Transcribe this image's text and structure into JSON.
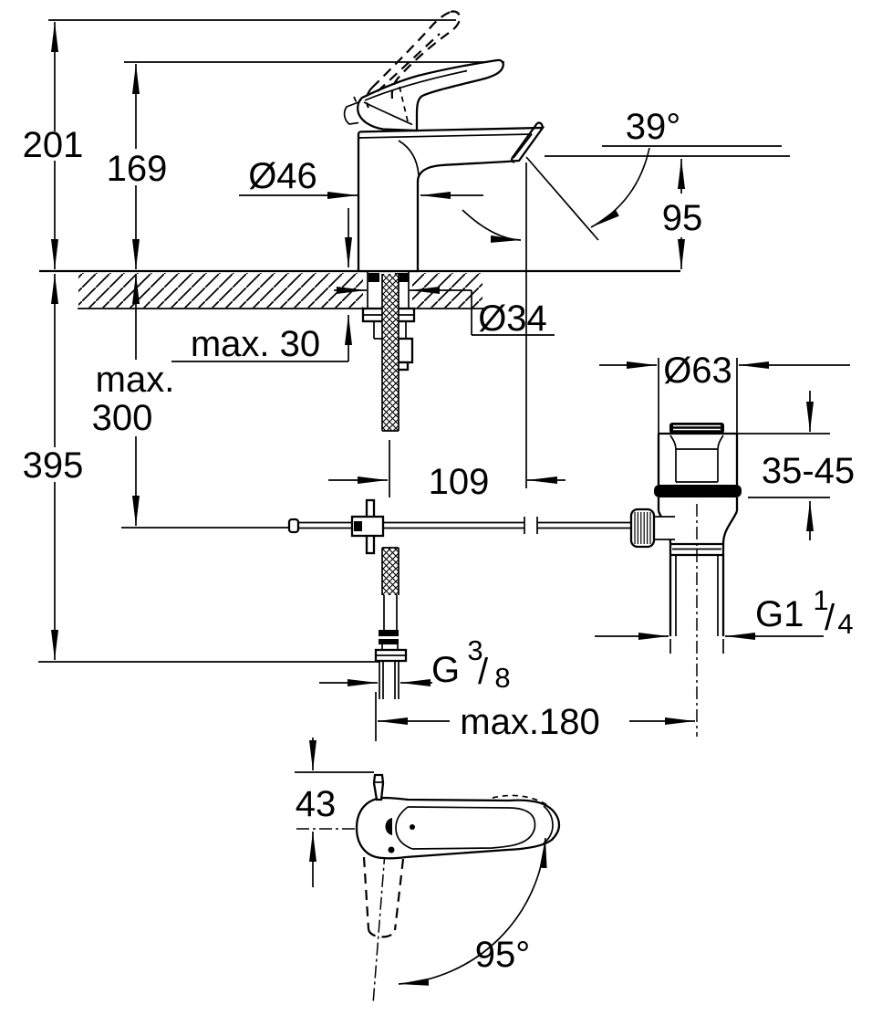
{
  "drawing": {
    "type": "technical-dimension-drawing",
    "subject": "single-lever basin mixer faucet with pop-up waste, side view, below-deck installation view and handle top view",
    "colors": {
      "line": "#000000",
      "background": "#ffffff"
    }
  },
  "dimensions": {
    "height_to_raised_lever": "201",
    "height_to_lever": "169",
    "body_diameter": "Ø46",
    "spout_angle": "39°",
    "spout_height": "95",
    "max_deck_thickness": "max. 30",
    "hole_diameter": "Ø34",
    "max_word": "max.",
    "max_hose_length": "300",
    "total_height_below": "395",
    "drain_flange_diameter": "Ø63",
    "drain_deck_thickness": "35-45",
    "spout_reach": "109",
    "drain_thread_prefix": "G1",
    "drain_thread_numerator": "1",
    "drain_thread_denominator": "4",
    "supply_thread_prefix": "G",
    "supply_thread_numerator": "3",
    "supply_thread_denominator": "8",
    "fraction_slash": "/",
    "max_rod_reach": "max.180",
    "handle_width_top_view": "43",
    "handle_swivel_angle": "95°"
  }
}
